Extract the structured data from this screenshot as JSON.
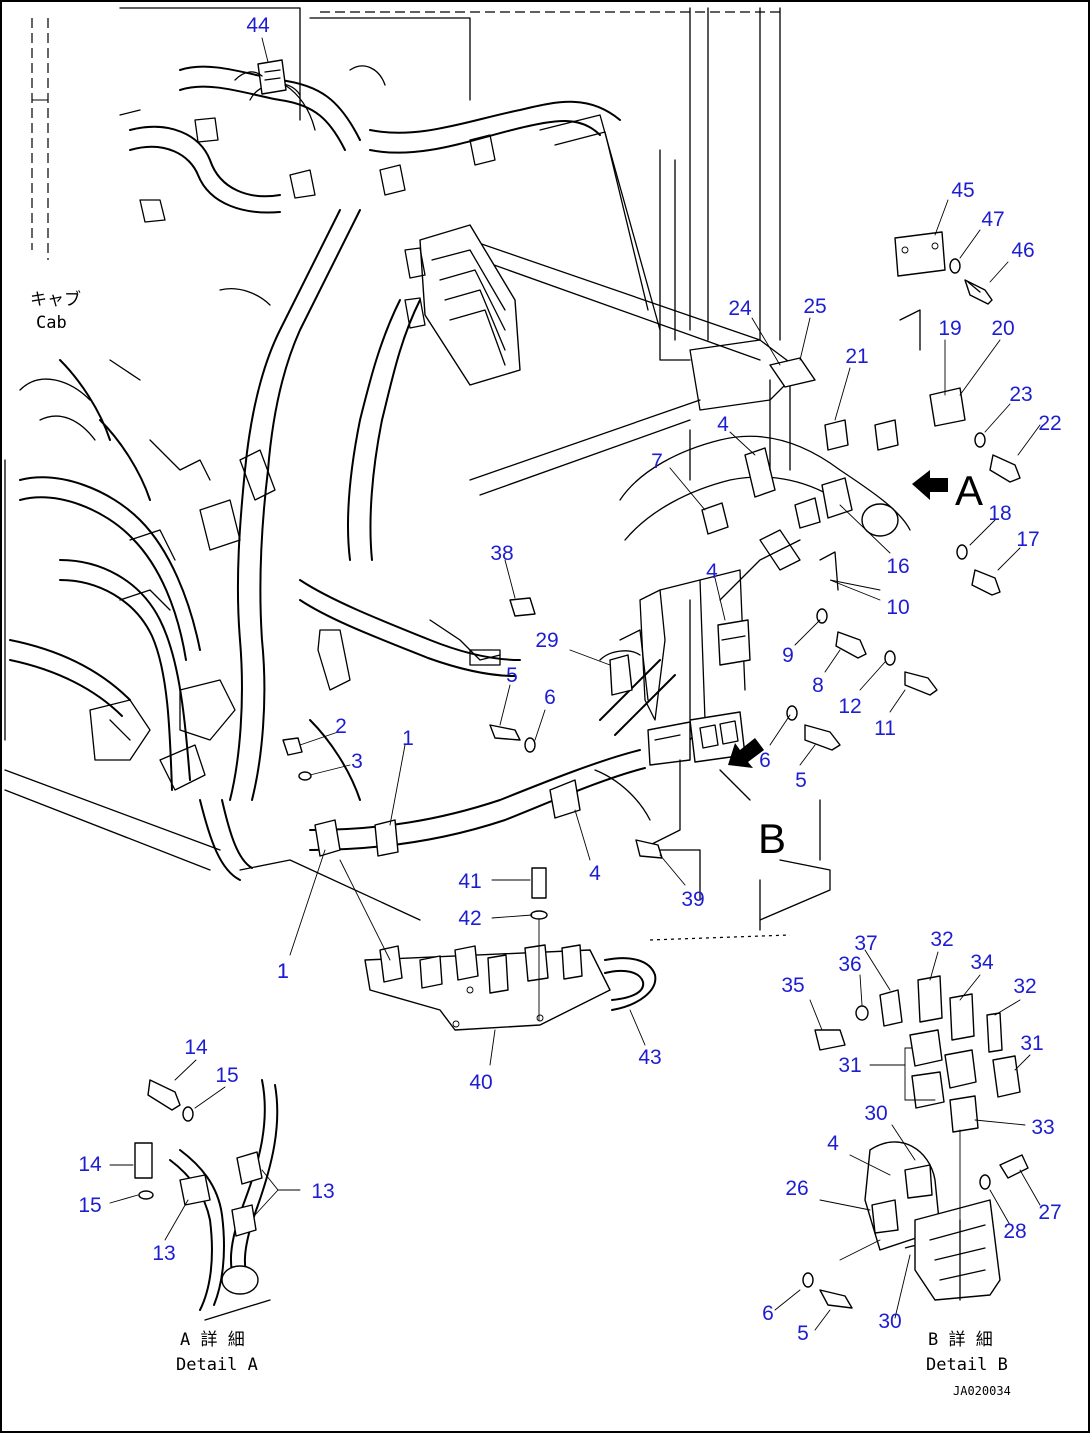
{
  "callouts": [
    "44",
    "45",
    "47",
    "46",
    "24",
    "25",
    "21",
    "19",
    "20",
    "23",
    "22",
    "4",
    "7",
    "16",
    "18",
    "17",
    "38",
    "4",
    "10",
    "29",
    "9",
    "8",
    "12",
    "11",
    "5",
    "6",
    "6",
    "5",
    "2",
    "3",
    "1",
    "1",
    "4",
    "39",
    "41",
    "42",
    "1",
    "40",
    "43",
    "37",
    "32",
    "36",
    "34",
    "35",
    "32",
    "31",
    "31",
    "33",
    "14",
    "15",
    "14",
    "15",
    "13",
    "13",
    "30",
    "4",
    "26",
    "27",
    "28",
    "6",
    "5",
    "30"
  ],
  "arrow_labels": {
    "a": "A",
    "b": "B"
  },
  "captions": {
    "cab_jp": "キャブ",
    "cab_en": "Cab",
    "detail_a_jp": "A 詳 細",
    "detail_a_en": "Detail A",
    "detail_b_jp": "B 詳 細",
    "detail_b_en": "Detail B"
  },
  "drawing_number": "JA020034",
  "colors": {
    "callout": "#1d1dd1",
    "line": "#000000",
    "background": "#ffffff"
  }
}
